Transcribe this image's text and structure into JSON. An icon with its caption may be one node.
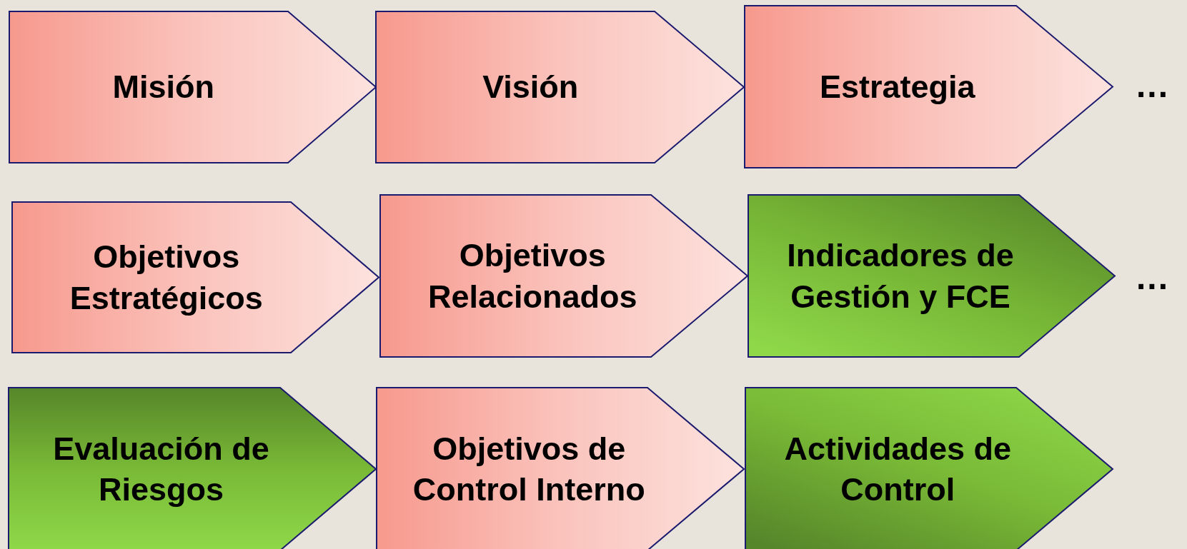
{
  "diagram": {
    "nodes": [
      {
        "text": [
          "Misión"
        ]
      },
      {
        "text": [
          "Visión"
        ]
      },
      {
        "text": [
          "Estrategia"
        ]
      },
      {
        "text": [
          "Objetivos Estratégicos"
        ]
      },
      {
        "text": [
          "Objetivos Relacionados"
        ]
      },
      {
        "text": [
          "Indicadores de Gestión y FCE"
        ]
      },
      {
        "text": [
          "Evaluación de Riesgos"
        ]
      },
      {
        "text": [
          "Objetivos de Control Interno"
        ]
      },
      {
        "text": [
          "Actividades de Control"
        ]
      }
    ],
    "labels": [
      "...",
      "..."
    ]
  }
}
